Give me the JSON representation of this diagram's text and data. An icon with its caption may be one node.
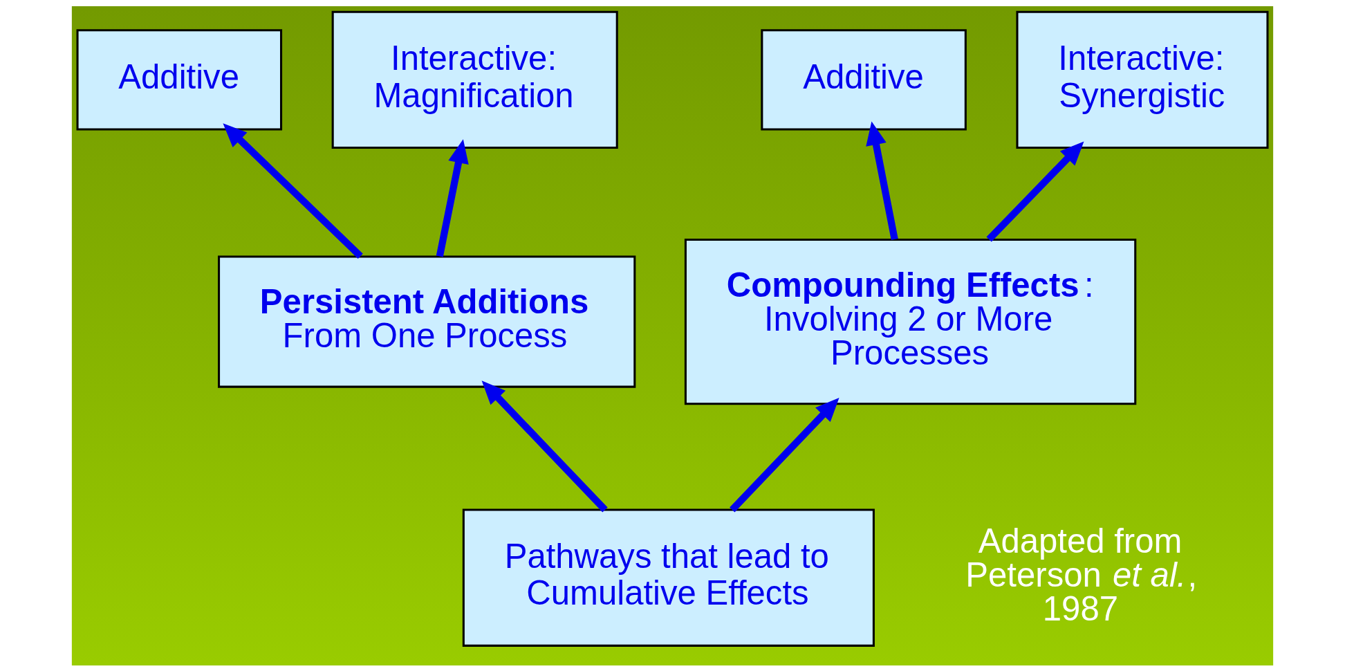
{
  "diagram": {
    "nodes": [
      {
        "text": [
          "Additive"
        ]
      },
      {
        "text": [
          "Interactive: Magnification"
        ]
      },
      {
        "text": [
          "Additive"
        ]
      },
      {
        "text": [
          "Interactive: Synergistic"
        ]
      },
      {
        "text": [
          "**Persistent Additions**",
          "From One Process"
        ]
      },
      {
        "text": [
          "**Compounding Effects**:",
          "Involving 2 or More Processes"
        ]
      },
      {
        "text": [
          "Pathways that lead to Cumulative Effects"
        ]
      }
    ],
    "edges": [
      {
        "from": 6,
        "to": 4,
        "arrow": "to"
      },
      {
        "from": 6,
        "to": 5,
        "arrow": "to"
      },
      {
        "from": 4,
        "to": 0,
        "arrow": "to"
      },
      {
        "from": 4,
        "to": 1,
        "arrow": "to"
      },
      {
        "from": 5,
        "to": 2,
        "arrow": "to"
      },
      {
        "from": 5,
        "to": 3,
        "arrow": "to"
      }
    ],
    "labels": [
      "Adapted from Peterson *et al.*, 1987"
    ]
  }
}
